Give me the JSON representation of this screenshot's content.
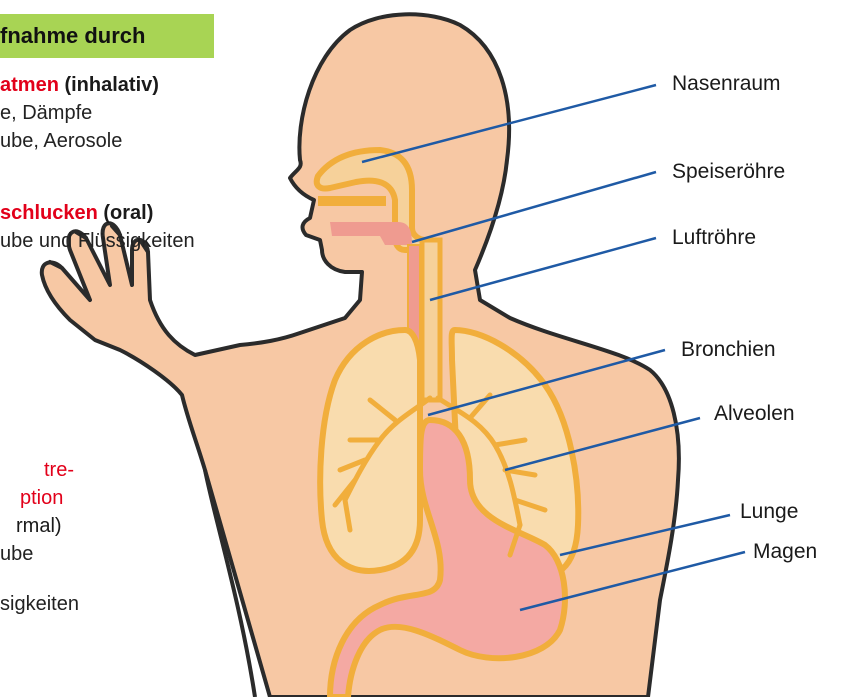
{
  "header": {
    "title": "fnahme durch"
  },
  "routes": {
    "inhalation": {
      "verb": "atmen",
      "qualifier": " (inhalativ)",
      "line1": "e, Dämpfe",
      "line2": "ube, Aerosole"
    },
    "oral": {
      "verb": "schlucken",
      "qualifier": " (oral)",
      "line1": "ube und Flüssigkeiten"
    },
    "dermal": {
      "verb_line1": "tre-",
      "verb_line2": "ption",
      "qualifier": "rmal)",
      "line1": "ube",
      "line2": "sigkeiten"
    }
  },
  "labels": {
    "nasenraum": "Nasenraum",
    "speiseroehre": "Speiseröhre",
    "luftroehre": "Luftröhre",
    "bronchien": "Bronchien",
    "alveolen": "Alveolen",
    "lunge": "Lunge",
    "magen": "Magen"
  },
  "colors": {
    "skin": "#f7c8a4",
    "outline": "#2b2b2b",
    "airway": "#f6d19a",
    "airway_outline": "#f1ae3c",
    "esophagus": "#ef9b90",
    "stomach": "#f4a9a3",
    "leader_line": "#1f5aa5",
    "accent_red": "#e2001a",
    "header_green": "#a8d454"
  }
}
